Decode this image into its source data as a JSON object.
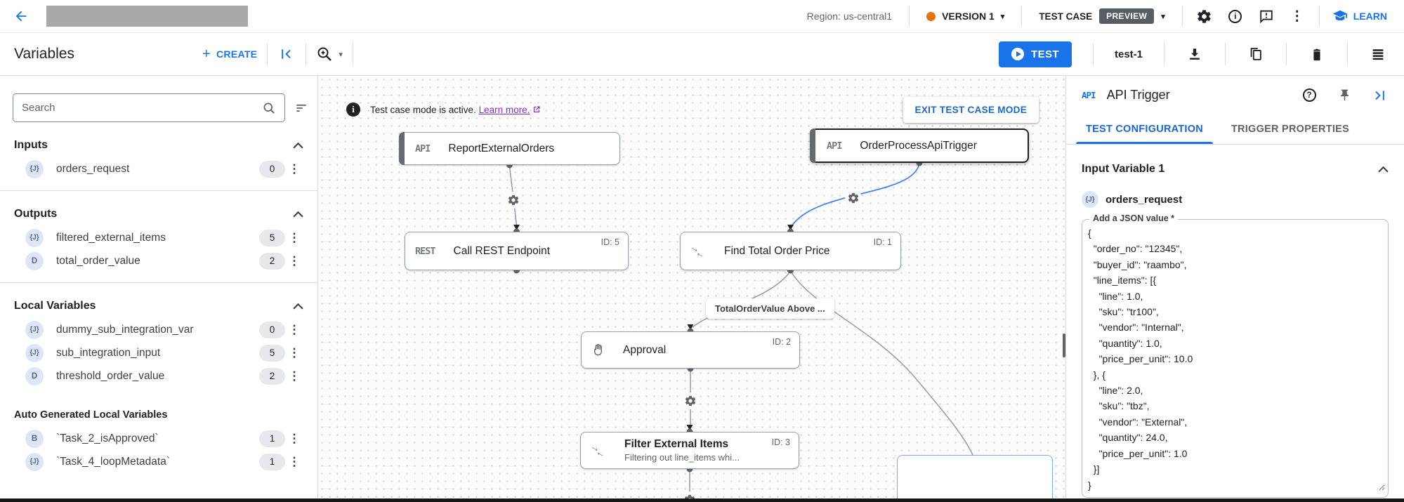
{
  "topbar": {
    "region_label": "Region: us-central1",
    "version_label": "VERSION 1",
    "test_case_label": "TEST CASE",
    "preview_badge": "PREVIEW",
    "learn_label": "LEARN"
  },
  "toolbar": {
    "title": "Variables",
    "create_label": "CREATE",
    "test_button_label": "TEST",
    "test_case_name": "test-1"
  },
  "sidebar": {
    "search_placeholder": "Search",
    "sections": [
      {
        "title": "Inputs",
        "items": [
          {
            "badge": "{J}",
            "name": "orders_request",
            "count": "0"
          }
        ]
      },
      {
        "title": "Outputs",
        "items": [
          {
            "badge": "{J}",
            "name": "filtered_external_items",
            "count": "5"
          },
          {
            "badge": "D",
            "name": "total_order_value",
            "count": "2"
          }
        ]
      },
      {
        "title": "Local Variables",
        "items": [
          {
            "badge": "{J}",
            "name": "dummy_sub_integration_var",
            "count": "0"
          },
          {
            "badge": "{J}",
            "name": "sub_integration_input",
            "count": "5"
          },
          {
            "badge": "D",
            "name": "threshold_order_value",
            "count": "2"
          }
        ]
      },
      {
        "title": "Auto Generated Local Variables",
        "items": [
          {
            "badge": "B",
            "name": "`Task_2_isApproved`",
            "count": "1"
          },
          {
            "badge": "{J}",
            "name": "`Task_4_loopMetadata`",
            "count": "1"
          }
        ]
      }
    ]
  },
  "canvas": {
    "banner": {
      "message": "Test case mode is active.",
      "link_label": "Learn more.",
      "exit_button_label": "EXIT TEST CASE MODE"
    },
    "edge_label": "TotalOrderValue Above ...",
    "nodes": [
      {
        "glyph": "API",
        "title": "ReportExternalOrders"
      },
      {
        "glyph": "API",
        "title": "OrderProcessApiTrigger"
      },
      {
        "glyph": "REST",
        "title": "Call REST Endpoint",
        "id_label": "ID: 5"
      },
      {
        "title": "Find Total Order Price",
        "id_label": "ID: 1"
      },
      {
        "title": "Approval",
        "id_label": "ID: 2"
      },
      {
        "title": "Filter External Items",
        "subtitle": "Filtering out line_items whi...",
        "id_label": "ID: 3"
      }
    ]
  },
  "panel": {
    "glyph": "API",
    "title": "API Trigger",
    "tabs": [
      {
        "label": "TEST CONFIGURATION"
      },
      {
        "label": "TRIGGER PROPERTIES"
      }
    ],
    "section_title": "Input Variable 1",
    "variable": {
      "badge": "{J}",
      "name": "orders_request",
      "field_label": "Add a JSON value *",
      "value": "{\n  \"order_no\": \"12345\",\n  \"buyer_id\": \"raambo\",\n  \"line_items\": [{\n    \"line\": 1.0,\n    \"sku\": \"tr100\",\n    \"vendor\": \"Internal\",\n    \"quantity\": 1.0,\n    \"price_per_unit\": 10.0\n  }, {\n    \"line\": 2.0,\n    \"sku\": \"tbz\",\n    \"vendor\": \"External\",\n    \"quantity\": 24.0,\n    \"price_per_unit\": 1.0\n  }]\n}"
    }
  },
  "colors": {
    "accent_blue": "#1a73e8",
    "version_dot": "#e8710a",
    "preview_badge_bg": "#575d62",
    "link_purple": "#8430ce",
    "edge_gray": "#9aa0a6",
    "edge_blue": "#4285f4",
    "selected_node_border": "#202124"
  }
}
